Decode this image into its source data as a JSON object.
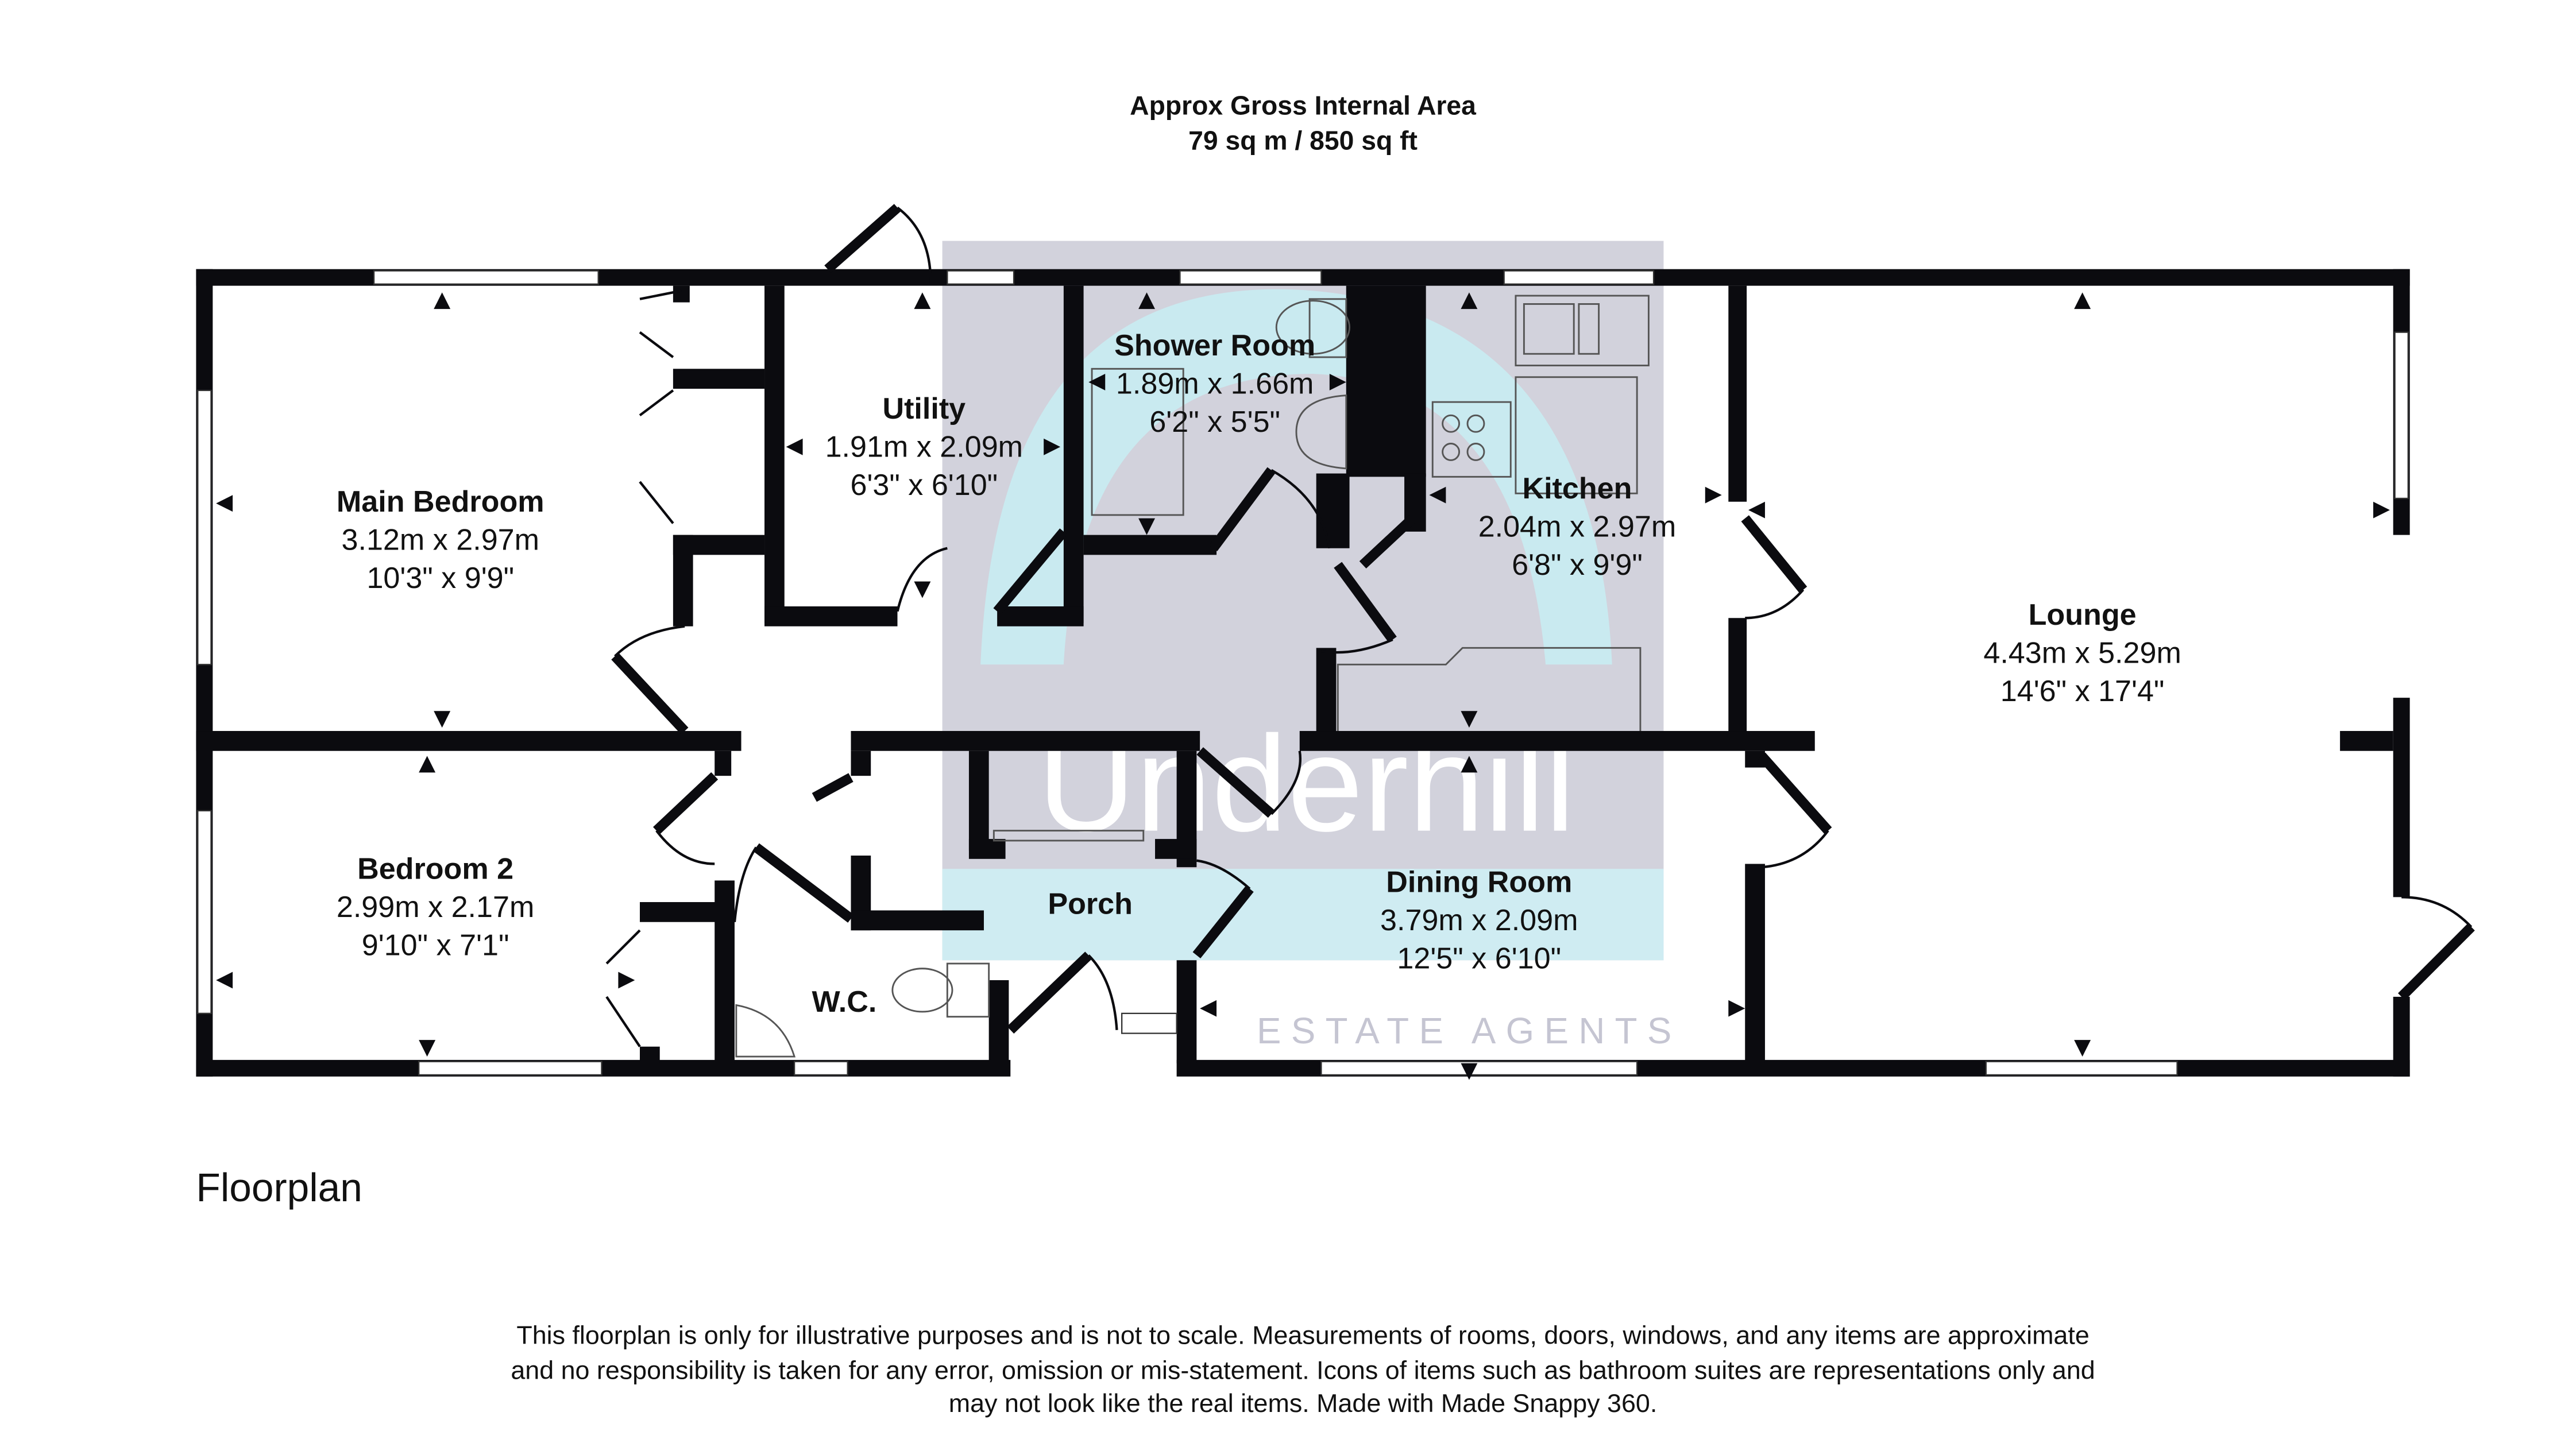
{
  "header": {
    "line1": "Approx Gross Internal Area",
    "line2": "79 sq m / 850 sq ft"
  },
  "watermark": {
    "brand": "Underhill",
    "tagline": "ESTATE AGENTS",
    "colors": {
      "block": "#d2d2dc",
      "band": "#cfecf2",
      "arch": "#c8ecf2"
    }
  },
  "rooms": [
    {
      "name": "Main Bedroom",
      "metric": "3.12m x 2.97m",
      "imperial": "10'3\" x 9'9\""
    },
    {
      "name": "Utility",
      "metric": "1.91m x 2.09m",
      "imperial": "6'3\" x 6'10\""
    },
    {
      "name": "Shower Room",
      "metric": "1.89m x 1.66m",
      "imperial": "6'2\" x 5'5\""
    },
    {
      "name": "Kitchen",
      "metric": "2.04m x 2.97m",
      "imperial": "6'8\" x 9'9\""
    },
    {
      "name": "Lounge",
      "metric": "4.43m x 5.29m",
      "imperial": "14'6\" x 17'4\""
    },
    {
      "name": "Bedroom 2",
      "metric": "2.99m x 2.17m",
      "imperial": "9'10\" x 7'1\""
    },
    {
      "name": "W.C."
    },
    {
      "name": "Porch"
    },
    {
      "name": "Dining Room",
      "metric": "3.79m x 2.09m",
      "imperial": "12'5\" x 6'10\""
    }
  ],
  "floor_label": "Floorplan",
  "disclaimer": [
    "This floorplan is only for illustrative purposes and is not to scale. Measurements of rooms, doors, windows, and any items are approximate",
    "and no responsibility is taken for any error, omission or mis-statement. Icons of items such as bathroom suites are representations only and",
    "may not look like the real items. Made with Made Snappy 360."
  ]
}
